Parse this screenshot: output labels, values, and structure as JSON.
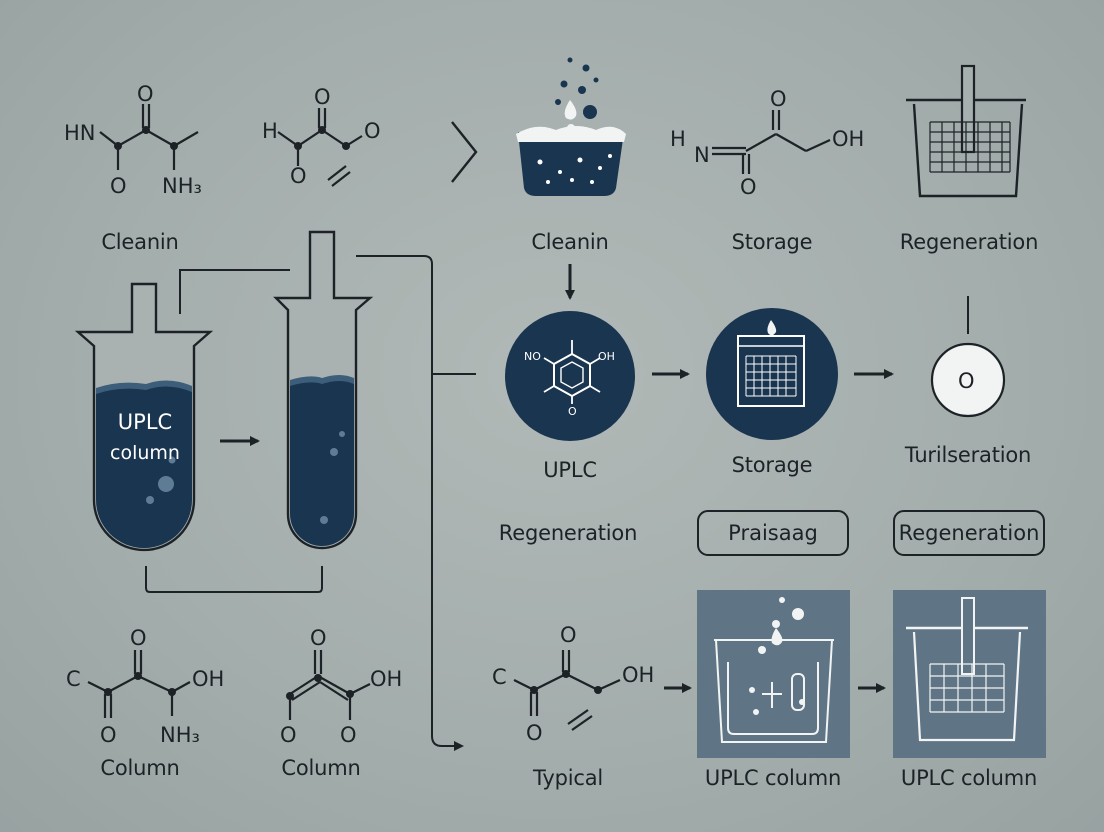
{
  "labels": {
    "cleanin_left": "Cleanin",
    "cleanin_right": "Cleanin",
    "storage_top": "Storage",
    "regeneration_top": "Regeneration",
    "uplc_center": "UPLC",
    "storage_mid": "Storage",
    "turilseration": "Turilseration",
    "regeneration_mid": "Regeneration",
    "column_left": "Column",
    "column_right": "Column",
    "typical": "Typical",
    "uplc_column_1": "UPLC column",
    "uplc_column_2": "UPLC column"
  },
  "tube": {
    "line1": "UPLC",
    "line2": "column"
  },
  "pills": {
    "praisaag": "Praisaag",
    "regeneration": "Regeneration"
  },
  "molecules": {
    "m1": {
      "n": "HN",
      "o_top": "O",
      "o_bottom": "O",
      "nh3": "NH₃"
    },
    "m2": {
      "h": "H",
      "o_top": "O",
      "o_right": "O",
      "o_bottom": "O"
    },
    "m3": {
      "h": "H",
      "n": "N",
      "o_top": "O",
      "o_bottom": "O",
      "oh": "OH"
    },
    "m4": {
      "c": "C",
      "o_top": "O",
      "o_bottom": "O",
      "oh": "OH",
      "nh3": "NH₃"
    },
    "m5": {
      "o_top": "O",
      "o_left": "O",
      "o_bottom": "O",
      "oh": "OH"
    },
    "m6": {
      "c": "C",
      "o_top": "O",
      "o_bottom": "O",
      "oh": "OH"
    },
    "ring": {
      "no": "NO",
      "oh": "OH",
      "o": "O"
    },
    "disc": {
      "o": "O"
    }
  },
  "colors": {
    "navy": "#1a3550",
    "panel": "#5f7585",
    "ink": "#1c2226",
    "background": "#a6b0ae"
  }
}
